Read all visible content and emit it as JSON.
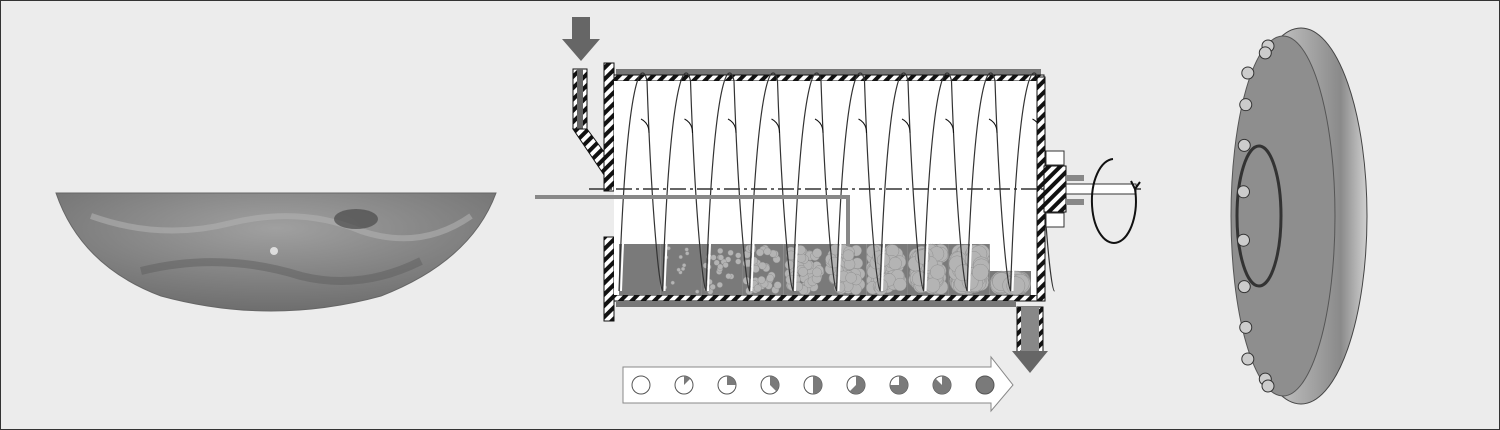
{
  "figure": {
    "panels": [
      "simulated-particle-bed",
      "rotary-drum-schematic",
      "drum-end-flange-photo"
    ],
    "conversion_indicators": [
      0,
      0.125,
      0.25,
      0.375,
      0.5,
      0.625,
      0.75,
      0.875,
      1
    ],
    "drum_sections": 10,
    "colors": {
      "background": "#ececec",
      "material": "#7a7a7a",
      "particles": "#b4b4b4",
      "outline": "#222222",
      "bowl": "#8a8a8a",
      "flange": "#9a9a9a"
    }
  }
}
